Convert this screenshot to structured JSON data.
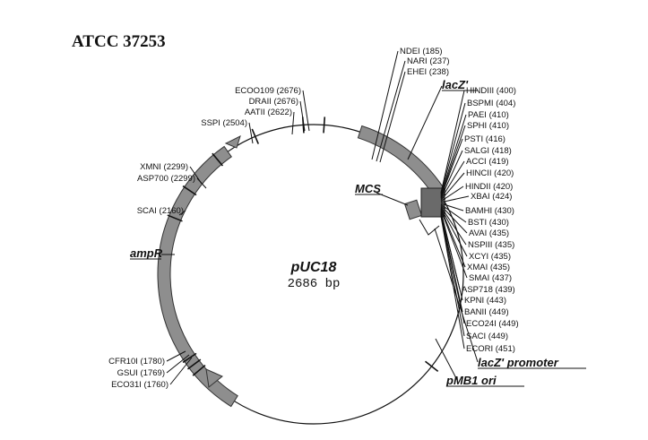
{
  "title": "ATCC 37253",
  "plasmid": {
    "name": "pUC18",
    "size": "2686 bp"
  },
  "features": {
    "lacz": "lacZ'",
    "mcs": "MCS",
    "ampr": "ampR",
    "lacz_promoter": "lacZ' promoter",
    "ori": "pMB1 ori"
  },
  "sites_top": [
    "NDEI (185)",
    "NARI (237)",
    "EHEI (238)"
  ],
  "sites_mcs": [
    "HINDIII (400)",
    "BSPMI (404)",
    "PAEI (410)",
    "SPHI (410)",
    "PSTI (416)",
    "SALGI (418)",
    "ACCI (419)",
    "HINCII (420)",
    "HINDII (420)",
    "XBAI (424)",
    "BAMHI (430)",
    "BSTI (430)",
    "AVAI (435)",
    "NSPIII (435)",
    "XCYI (435)",
    "XMAI (435)",
    "SMAI (437)",
    "ASP718 (439)",
    "KPNI (443)",
    "BANII (449)",
    "ECO24I (449)",
    "SACI (449)",
    "ECORI (451)"
  ],
  "sites_left_top": [
    "ECOO109 (2676)",
    "DRAII (2676)",
    "AATII (2622)",
    "SSPI (2504)"
  ],
  "sites_left_mid": [
    "XMNI (2299)",
    "ASP700 (2299)",
    "SCAI (2160)"
  ],
  "sites_left_bottom": [
    "CFR10I (1780)",
    "GSUI (1769)",
    "ECO31I (1760)"
  ]
}
